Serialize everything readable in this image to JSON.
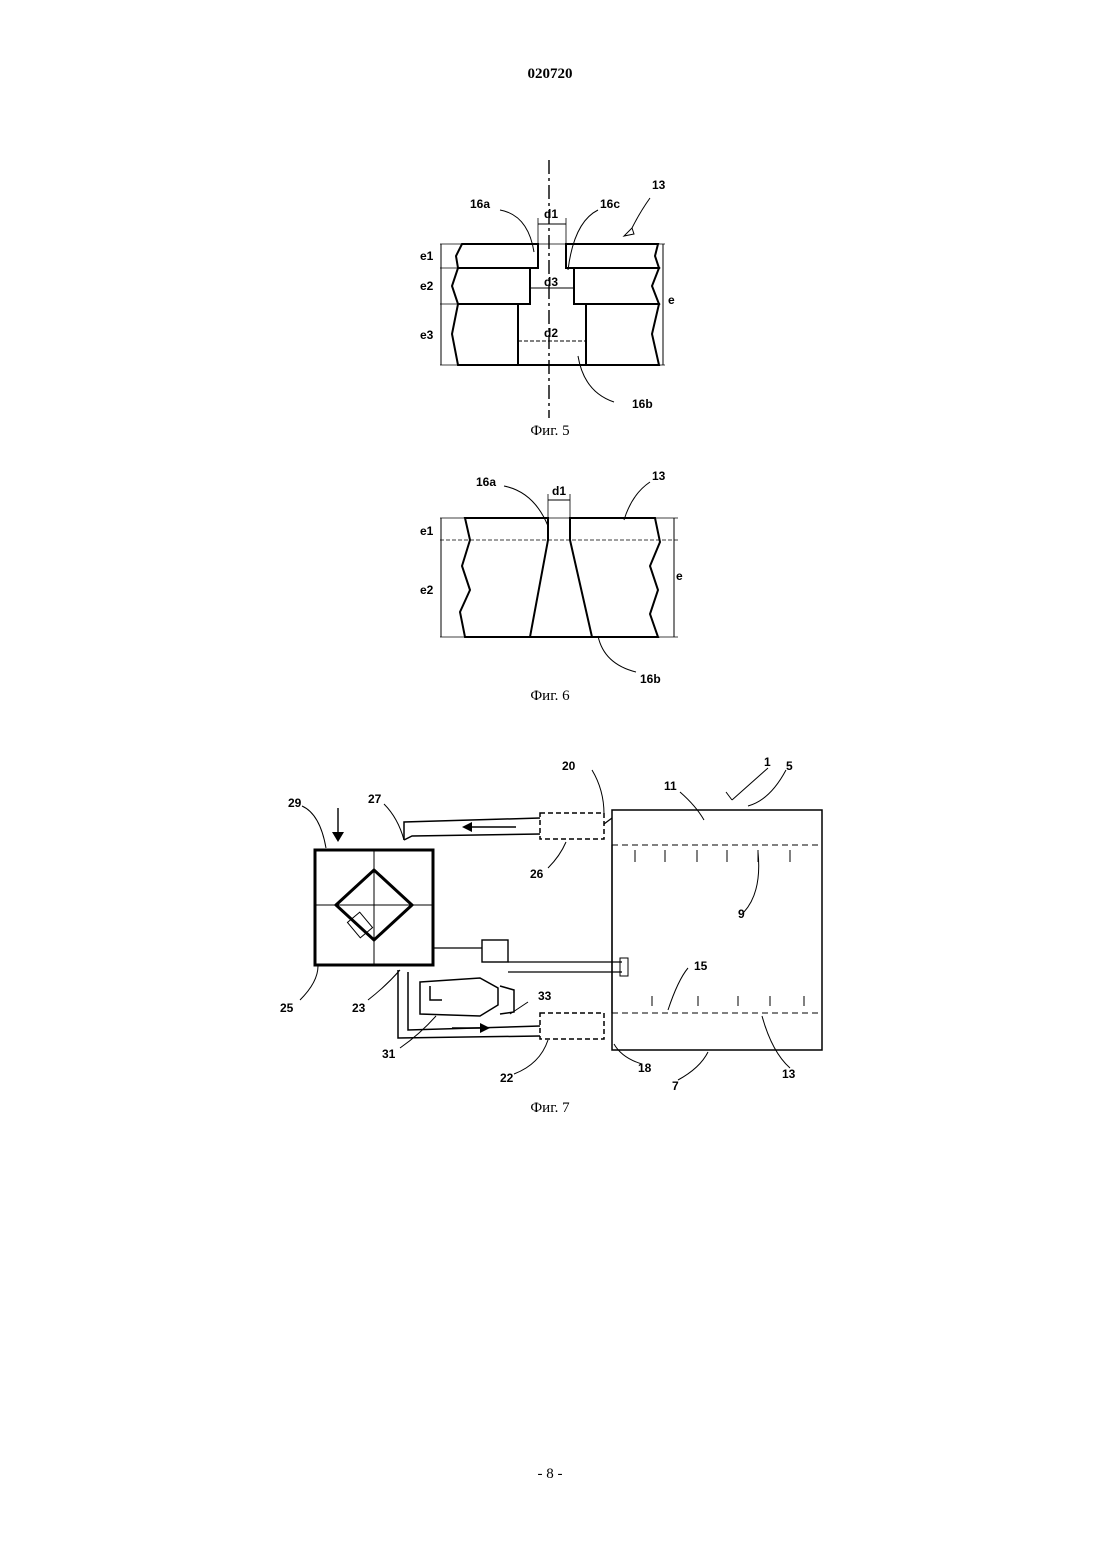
{
  "header": {
    "doc_number": "020720"
  },
  "footer": {
    "page_number": "- 8 -"
  },
  "figures": {
    "fig5": {
      "caption": "Фиг. 5",
      "labels": {
        "part": "13",
        "hole_top": "16a",
        "hole_mid": "16c",
        "hole_bottom": "16b",
        "d1": "d1",
        "d3": "d3",
        "d2": "d2",
        "e1": "e1",
        "e2": "e2",
        "e3": "e3",
        "e": "e"
      }
    },
    "fig6": {
      "caption": "Фиг. 6",
      "labels": {
        "part": "13",
        "hole_top": "16a",
        "hole_bottom": "16b",
        "d1": "d1",
        "e1": "e1",
        "e2": "e2",
        "e": "e"
      }
    },
    "fig7": {
      "caption": "Фиг. 7",
      "labels": {
        "n1": "1",
        "n5": "5",
        "n11": "11",
        "n20": "20",
        "n27": "27",
        "n29": "29",
        "n26": "26",
        "n9": "9",
        "n15": "15",
        "n33": "33",
        "n25": "25",
        "n23": "23",
        "n31": "31",
        "n22": "22",
        "n18": "18",
        "n7": "7",
        "n13": "13"
      }
    }
  }
}
